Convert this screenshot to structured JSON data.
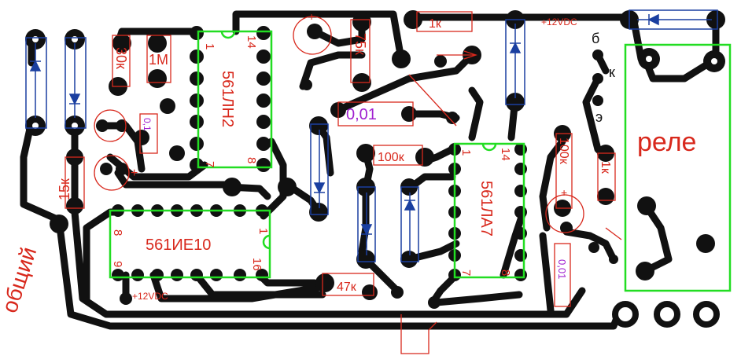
{
  "colors": {
    "trace": "#111111",
    "silkscreen": "#d8281c",
    "ic_outline": "#22dd22",
    "diode_outline": "#1a3fa0",
    "capacitor_label": "#a020d0"
  },
  "labels": {
    "relay": "реле",
    "common": "общий",
    "pin_b": "б",
    "pin_k": "к",
    "pin_e": "э"
  },
  "ics": {
    "ln2": {
      "name": "561ЛН2",
      "pin1": "1",
      "pin14": "14",
      "pin7": "7",
      "pin8": "8"
    },
    "la7": {
      "name": "561ЛА7",
      "pin1": "1",
      "pin14": "14",
      "pin7": "7",
      "pin8": "8"
    },
    "ie10": {
      "name": "561ИЕ10",
      "pin8": "8",
      "pin1": "1",
      "pin9": "9",
      "pin16": "16"
    }
  },
  "components": {
    "r_30k": "30к",
    "r_1m": "1М",
    "r_75k": "75к",
    "r_1k_top": "1к",
    "r_15k": "15к",
    "r_100k_mid": "100к",
    "r_100k_right": "100к",
    "r_1k_right": "1к",
    "r_47k": "47к",
    "c_0_01": "0,01",
    "c_left_small": "0,1",
    "c_left_plus": "+",
    "c_top_plus": "+",
    "c_right_plus": "+",
    "c_right_vertical": "0,01"
  },
  "power": {
    "vdc_top": "+12VDC",
    "vdc_bottom": "+12VDC"
  }
}
